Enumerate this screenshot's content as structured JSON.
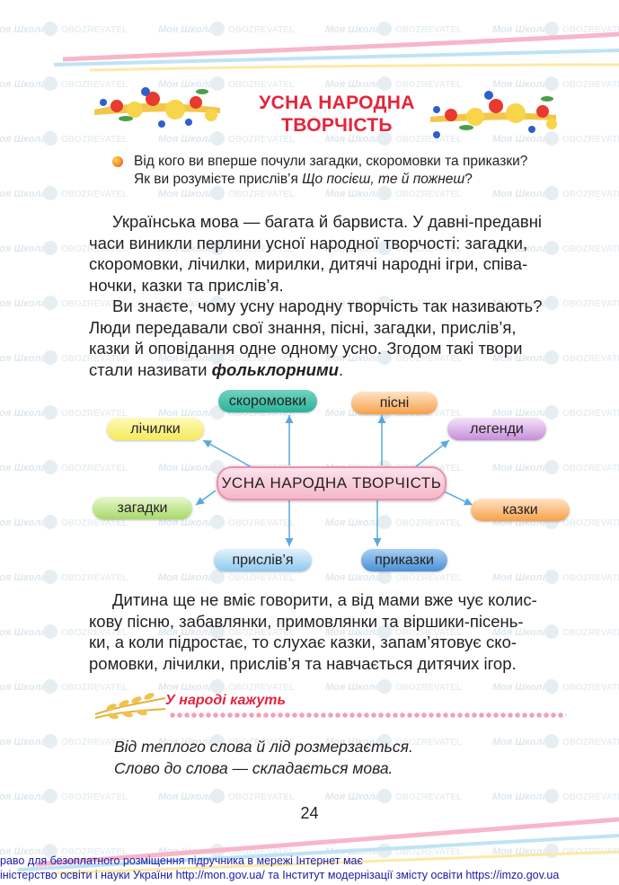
{
  "header": {
    "title_line1": "УСНА НАРОДНА",
    "title_line2": "ТВОРЧІСТЬ"
  },
  "question": {
    "line1": "Від кого ви вперше почули загадки, скоромовки та приказки?",
    "line2_prefix": "Як ви розумієте прислів’я ",
    "line2_italic": "Що посієш, те й пожнеш",
    "line2_suffix": "?"
  },
  "paragraph1": [
    "Українська мова — багата й барвиста. У давні-предавні",
    "часи виникли перлини усної народної творчості: загадки,",
    "скоромовки, лічилки, мирилки, дитячі народні ігри, співа-",
    "ночки, казки та прислів’я."
  ],
  "paragraph2": {
    "lines": [
      "Ви знаєте, чому усну народну творчість так називають?",
      "Люди передавали свої знання, пісні, загадки, прислів’я,",
      "казки й оповідання одне одному усно. Згодом такі твори"
    ],
    "last_prefix": "стали називати ",
    "last_bold": "фольклорними",
    "last_suffix": "."
  },
  "mindmap": {
    "center": "УСНА НАРОДНА ТВОРЧІСТЬ",
    "nodes": {
      "skoromovky": "скоромовки",
      "pisni": "пісні",
      "lichylky": "лічилки",
      "legendy": "легенди",
      "zagadky": "загадки",
      "kazky": "казки",
      "prysliv": "прислів’я",
      "prykazky": "приказки"
    },
    "colors": {
      "teal": "#2bb39a",
      "orange": "#f6a04a",
      "yellow": "#f4ea5c",
      "purple": "#c58ed8",
      "green": "#a8d86a",
      "blue": "#4a8fd6",
      "arrow": "#5aa8df"
    }
  },
  "paragraph3": [
    "Дитина ще не вміє говорити, а від мами вже чує колис-",
    "кову пісню, забавлянки, примовлянки та віршики-пісень-",
    "ки, а коли підростає, то слухає казки, запам’ятовує ско-",
    "ромовки, лічилки, прислів’я та навчається дитячих ігор."
  ],
  "saying": {
    "heading": "У народі кажуть",
    "line1": "Від теплого слова й лід розмерзається.",
    "line2": "Слово до слова — складається мова."
  },
  "page_number": "24",
  "footer": {
    "line1": "раво для безоплатного розміщення підручника в мережі Інтернет має",
    "line2": "іністерство освіти і науки України http://mon.gov.ua/ та Інститут модернізації змісту освіти https://imzo.gov.ua"
  },
  "watermark": {
    "brand1": "Моя Школа",
    "brand2": "OBOZREVATEL",
    "icon": "obozrevatel-logo-icon"
  }
}
